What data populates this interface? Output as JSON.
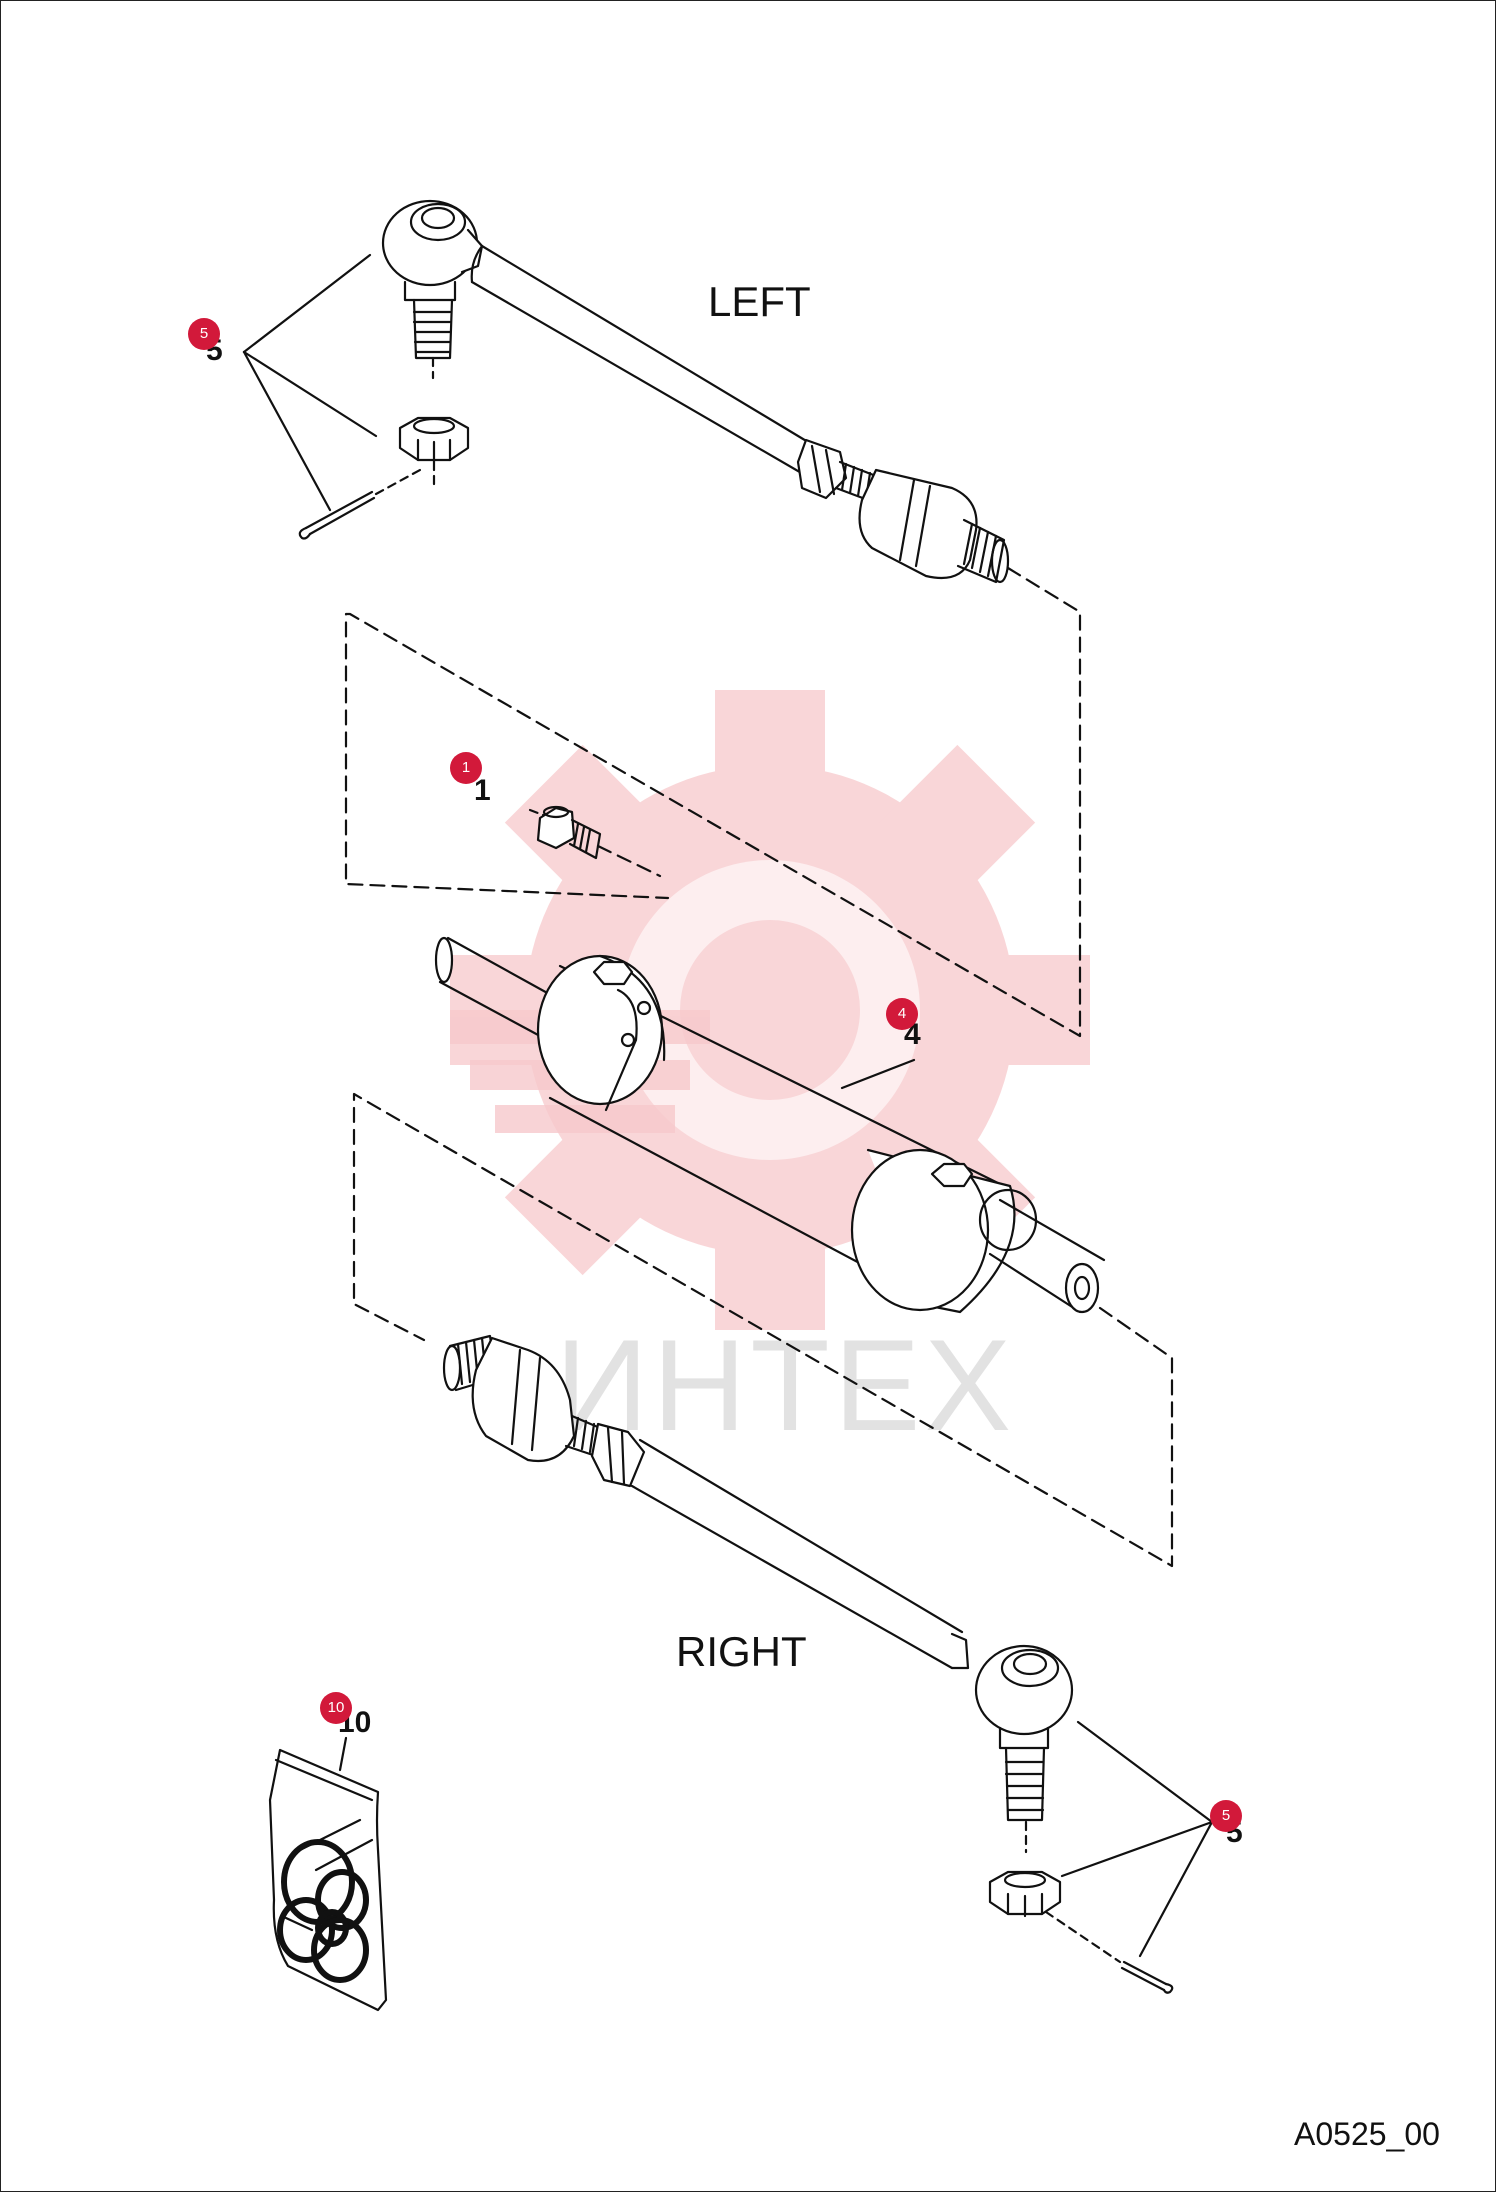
{
  "labels": {
    "left": "LEFT",
    "right": "RIGHT",
    "drawing_code": "A0525_00"
  },
  "callouts": [
    {
      "id": "c5a",
      "number": "5",
      "badge": "5"
    },
    {
      "id": "c1",
      "number": "1",
      "badge": "1"
    },
    {
      "id": "c4",
      "number": "4",
      "badge": "4"
    },
    {
      "id": "c10",
      "number": "10",
      "badge": "10"
    },
    {
      "id": "c5b",
      "number": "5",
      "badge": "5"
    }
  ],
  "watermark": {
    "text": "ИНТЕХ",
    "color": "#f5c2c6"
  },
  "colors": {
    "badge": "#d2193a",
    "line": "#111111"
  }
}
